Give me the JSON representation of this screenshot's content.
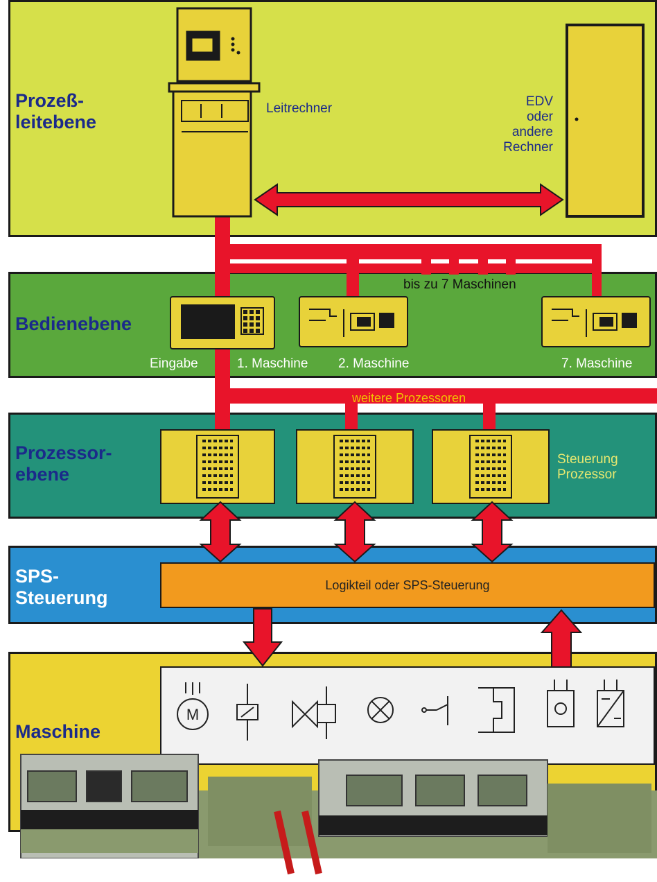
{
  "colors": {
    "lime": "#d6e04a",
    "green": "#5aa83c",
    "teal": "#23927a",
    "blue": "#2a8fd0",
    "yellow": "#ecd332",
    "bus_red": "#e8142a",
    "logic_orange": "#f29a1e",
    "device_yellow": "#e8d23a"
  },
  "levels": {
    "prozessleit": "Prozeß-\nleitebene",
    "bedien": "Bedienebene",
    "prozessor": "Prozessor-\nebene",
    "sps": "SPS-\nSteuerung",
    "maschine": "Maschine"
  },
  "labels": {
    "leitrechner": "Leitrechner",
    "edv": "EDV\noder\nandere\nRechner",
    "bis_zu": "bis zu 7 Maschinen",
    "eingabe": "Eingabe",
    "maschine_1": "1. Maschine",
    "maschine_2": "2. Maschine",
    "maschine_7": "7. Maschine",
    "weitere": "weitere Prozessoren",
    "steuerung": "Steuerung\nProzessor",
    "logikteil": "Logikteil oder SPS-Steuerung"
  },
  "symbols": [
    "motor-symbol",
    "relay-coil-symbol",
    "solenoid-valve-symbol",
    "lamp-symbol",
    "switch-contact-symbol",
    "limit-switch-symbol",
    "sensor-symbol",
    "converter-symbol"
  ],
  "symbol_letters": {
    "motor": "M"
  }
}
